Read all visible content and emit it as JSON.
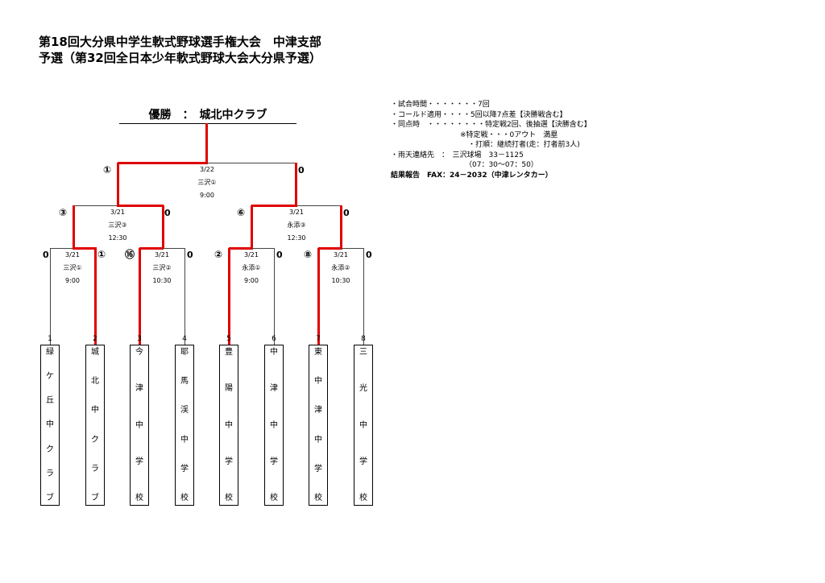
{
  "title_line1": "第18回大分県中学生軟式野球選手権大会　中津支部",
  "title_line2": "予選（第32回全日本少年軟式野球大会大分県予選）",
  "champion": "優勝　：　城北中クラブ",
  "notes": [
    "・試合時間・・・・・・・7回",
    "・コールド適用・・・・5回以降7点差【決勝戦含む】",
    "・同点時　・・・・・・・・特定戦2回、後抽選【決勝含む】",
    "※特定戦・・・0アウト　満塁",
    "・打順：継続打者(走：打者前3人)",
    "・雨天連絡先　：　三沢球場　33－1125",
    "（07：30～07：50）",
    "結果報告　FAX：24－2032（中津レンタカー）"
  ],
  "matches": {
    "final": {
      "num": "①",
      "date": "3/22",
      "venue": "三沢①",
      "time": "9:00",
      "score_l": "",
      "score_r": "0"
    },
    "sf1": {
      "num": "③",
      "date": "3/21",
      "venue": "三沢③",
      "time": "12:30",
      "score_l": "",
      "score_r": "0"
    },
    "sf2": {
      "num": "⑥",
      "date": "3/21",
      "venue": "永添③",
      "time": "12:30",
      "score_l": "",
      "score_r": "0"
    },
    "r1": {
      "num": "①",
      "date": "3/21",
      "venue": "三沢①",
      "time": "9:00",
      "score_l": "0",
      "score_r": ""
    },
    "r2": {
      "num": "⑯",
      "date": "3/21",
      "venue": "三沢②",
      "time": "10:30",
      "score_l": "",
      "score_r": "0"
    },
    "r3": {
      "num": "②",
      "date": "3/21",
      "venue": "永添①",
      "time": "9:00",
      "score_l": "",
      "score_r": "0"
    },
    "r4": {
      "num": "⑧",
      "date": "3/21",
      "venue": "永添②",
      "time": "10:30",
      "score_l": "",
      "score_r": "0"
    }
  },
  "teams": [
    {
      "seed": "1",
      "chars": [
        "緑",
        "ケ",
        "丘",
        "中",
        "ク",
        "ラ",
        "ブ"
      ]
    },
    {
      "seed": "2",
      "chars": [
        "城",
        "北",
        "中",
        "ク",
        "ラ",
        "ブ"
      ]
    },
    {
      "seed": "3",
      "chars": [
        "今",
        "津",
        "中",
        "学",
        "校"
      ]
    },
    {
      "seed": "4",
      "chars": [
        "耶",
        "馬",
        "渓",
        "中",
        "学",
        "校"
      ]
    },
    {
      "seed": "5",
      "chars": [
        "豊",
        "陽",
        "中",
        "学",
        "校"
      ]
    },
    {
      "seed": "6",
      "chars": [
        "中",
        "津",
        "中",
        "学",
        "校"
      ]
    },
    {
      "seed": "7",
      "chars": [
        "東",
        "中",
        "津",
        "中",
        "学",
        "校"
      ]
    },
    {
      "seed": "8",
      "chars": [
        "三",
        "光",
        "中",
        "学",
        "校"
      ]
    }
  ],
  "colors": {
    "winner_line": "#e00000",
    "loser_line": "#444444"
  }
}
